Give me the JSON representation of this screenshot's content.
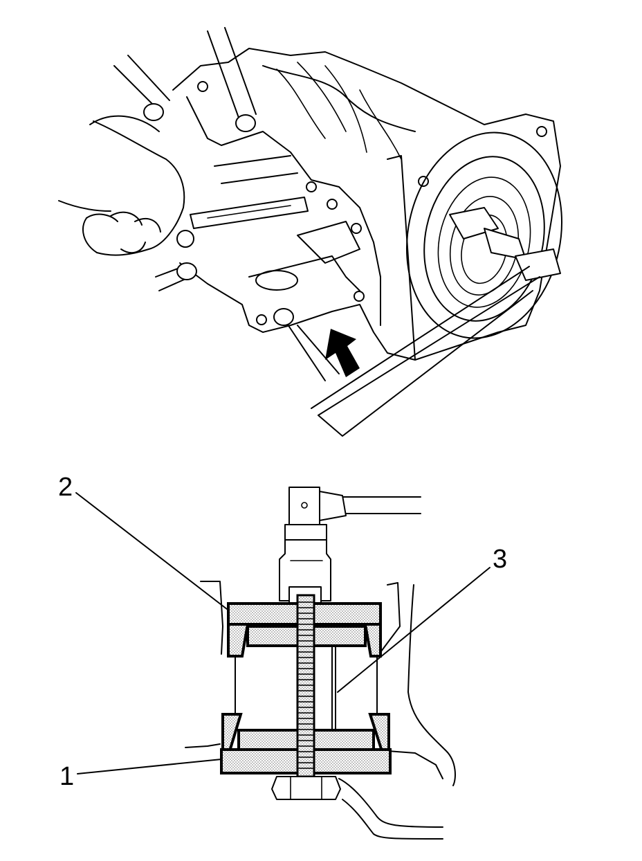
{
  "figure": {
    "callouts": [
      {
        "id": "1",
        "label": "1"
      },
      {
        "id": "2",
        "label": "2"
      },
      {
        "id": "3",
        "label": "3"
      }
    ],
    "colors": {
      "line": "#000000",
      "background": "#ffffff",
      "stipple": "#9a9a9a"
    },
    "icons": [
      "direction-arrow-icon"
    ]
  }
}
